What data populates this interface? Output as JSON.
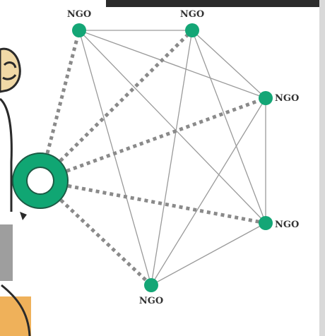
{
  "colors": {
    "node": "#14a676",
    "hub_ring": "#10a673",
    "hub_outline": "#1c5a44",
    "solid_edge": "#9a9a9a",
    "dotted_edge": "#8a8a8a",
    "label": "#333333",
    "top_band": "#2b2b2b",
    "right_strip": "#d9d9d9",
    "cartoon_skin": "#f1d9a6",
    "cartoon_gray": "#9e9e9e",
    "cartoon_orange": "#efb15a"
  },
  "icons": {
    "cartoon_figure": "cartoon-person-partial",
    "hub": "ring-node"
  },
  "diagram": {
    "nodes": [
      {
        "id": "ngo_top_left",
        "label": "NGO"
      },
      {
        "id": "ngo_top_right",
        "label": "NGO"
      },
      {
        "id": "ngo_right_upper",
        "label": "NGO"
      },
      {
        "id": "ngo_right_lower",
        "label": "NGO"
      },
      {
        "id": "ngo_bottom",
        "label": "NGO"
      }
    ],
    "hub": {
      "id": "central_hub"
    },
    "solid_edges": [
      [
        "ngo_top_left",
        "ngo_top_right"
      ],
      [
        "ngo_top_left",
        "ngo_right_upper"
      ],
      [
        "ngo_top_left",
        "ngo_right_lower"
      ],
      [
        "ngo_top_left",
        "ngo_bottom"
      ],
      [
        "ngo_top_right",
        "ngo_right_upper"
      ],
      [
        "ngo_top_right",
        "ngo_right_lower"
      ],
      [
        "ngo_top_right",
        "ngo_bottom"
      ],
      [
        "ngo_right_upper",
        "ngo_right_lower"
      ],
      [
        "ngo_right_upper",
        "ngo_bottom"
      ],
      [
        "ngo_right_lower",
        "ngo_bottom"
      ]
    ],
    "dotted_edges": [
      [
        "central_hub",
        "ngo_top_left"
      ],
      [
        "central_hub",
        "ngo_top_right"
      ],
      [
        "central_hub",
        "ngo_right_upper"
      ],
      [
        "central_hub",
        "ngo_right_lower"
      ],
      [
        "central_hub",
        "ngo_bottom"
      ]
    ]
  }
}
